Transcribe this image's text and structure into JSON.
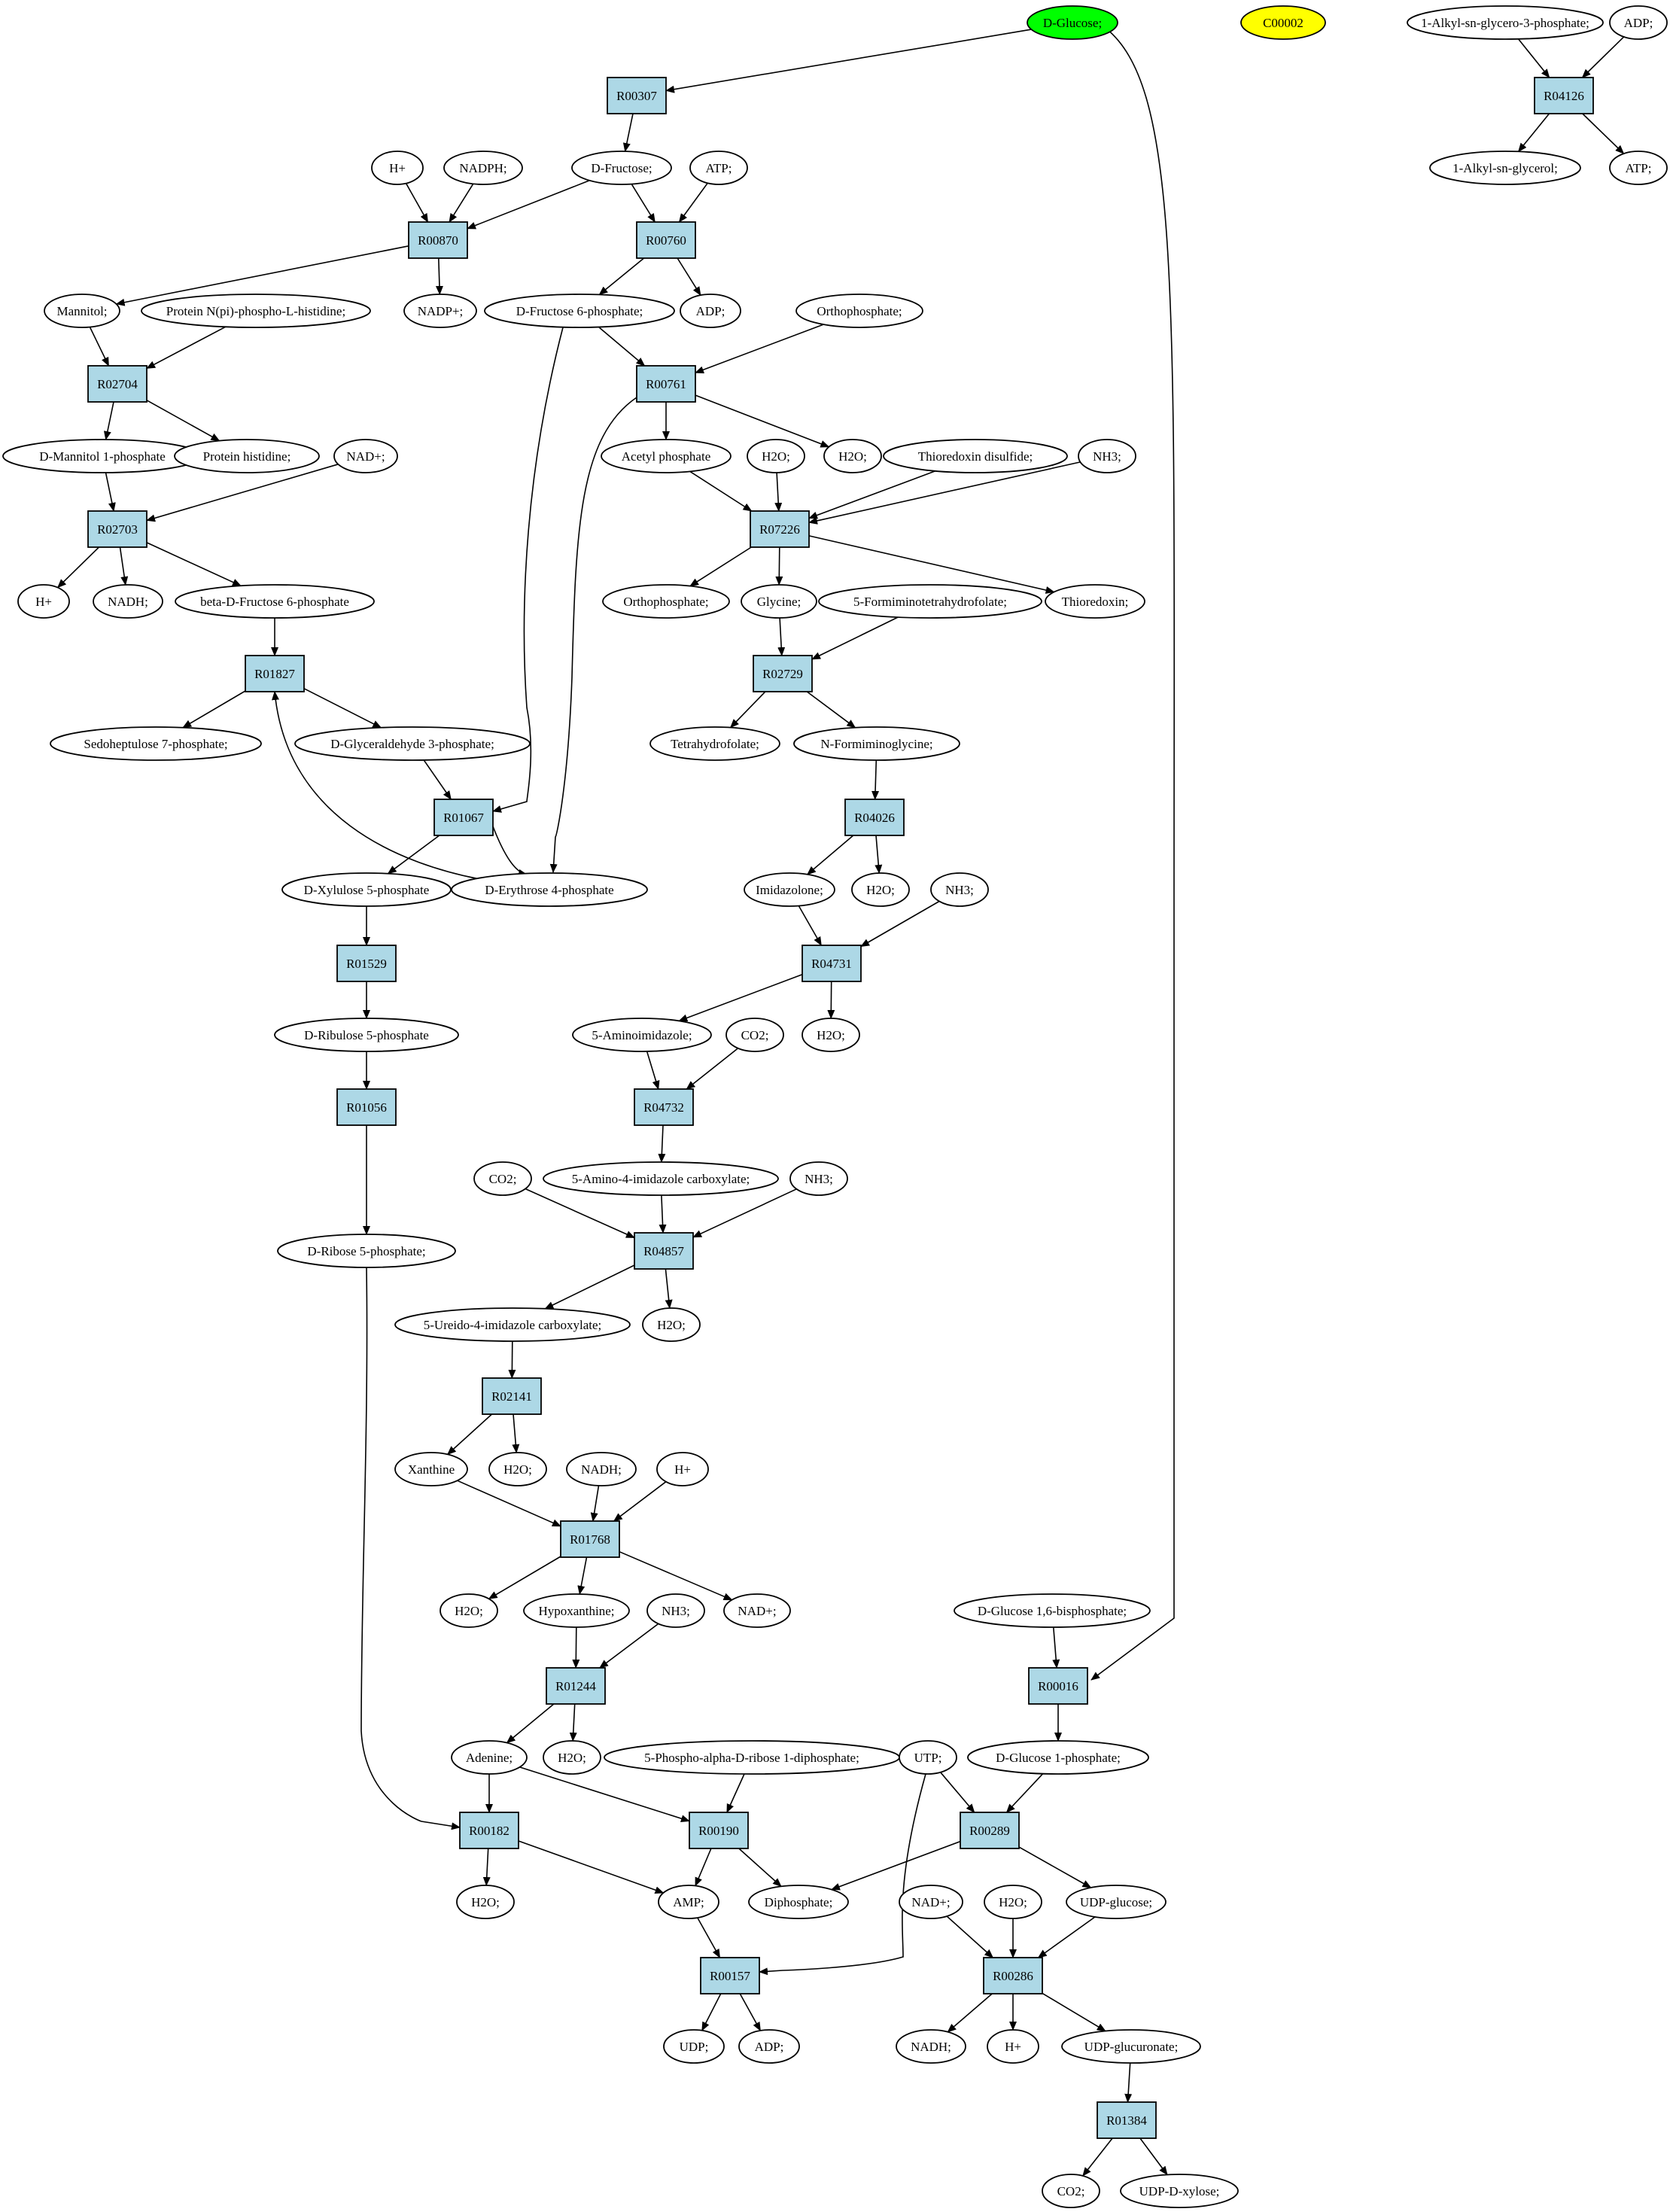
{
  "colors": {
    "background": "#ffffff",
    "compound_fill": "#ffffff",
    "source_compound_fill": "#00ff00",
    "highlight_compound_fill": "#ffff00",
    "reaction_fill": "#add8e6",
    "stroke": "#000000"
  },
  "compounds": [
    {
      "id": "glc",
      "label": "D-Glucose;",
      "fill": "#00ff00"
    },
    {
      "id": "c00002",
      "label": "C00002",
      "fill": "#ffff00"
    },
    {
      "id": "alkg3p",
      "label": "1-Alkyl-sn-glycero-3-phosphate;"
    },
    {
      "id": "adp_a",
      "label": "ADP;"
    },
    {
      "id": "alkg",
      "label": "1-Alkyl-sn-glycerol;"
    },
    {
      "id": "atp_a",
      "label": "ATP;"
    },
    {
      "id": "hplus_a",
      "label": "H+"
    },
    {
      "id": "nadph",
      "label": "NADPH;"
    },
    {
      "id": "fru",
      "label": "D-Fructose;"
    },
    {
      "id": "atp_b",
      "label": "ATP;"
    },
    {
      "id": "mannitol",
      "label": "Mannitol;"
    },
    {
      "id": "protnph",
      "label": "Protein N(pi)-phospho-L-histidine;"
    },
    {
      "id": "nadp",
      "label": "NADP+;"
    },
    {
      "id": "f6p",
      "label": "D-Fructose 6-phosphate;"
    },
    {
      "id": "adp_b",
      "label": "ADP;"
    },
    {
      "id": "pi_a",
      "label": "Orthophosphate;"
    },
    {
      "id": "m1p",
      "label": "D-Mannitol 1-phosphate"
    },
    {
      "id": "prothis",
      "label": "Protein histidine;"
    },
    {
      "id": "nad_a",
      "label": "NAD+;"
    },
    {
      "id": "acp",
      "label": "Acetyl phosphate"
    },
    {
      "id": "h2o_a",
      "label": "H2O;"
    },
    {
      "id": "h2o_b",
      "label": "H2O;"
    },
    {
      "id": "trxs",
      "label": "Thioredoxin disulfide;"
    },
    {
      "id": "nh3_a",
      "label": "NH3;"
    },
    {
      "id": "hplus_b",
      "label": "H+"
    },
    {
      "id": "nadh_a",
      "label": "NADH;"
    },
    {
      "id": "bf6p",
      "label": "beta-D-Fructose 6-phosphate"
    },
    {
      "id": "pi_b",
      "label": "Orthophosphate;"
    },
    {
      "id": "gly",
      "label": "Glycine;"
    },
    {
      "id": "fthf",
      "label": "5-Formiminotetrahydrofolate;"
    },
    {
      "id": "trx",
      "label": "Thioredoxin;"
    },
    {
      "id": "s7p",
      "label": "Sedoheptulose 7-phosphate;"
    },
    {
      "id": "g3p",
      "label": "D-Glyceraldehyde 3-phosphate;"
    },
    {
      "id": "thf",
      "label": "Tetrahydrofolate;"
    },
    {
      "id": "fgly",
      "label": "N-Formiminoglycine;"
    },
    {
      "id": "x5p",
      "label": "D-Xylulose 5-phosphate"
    },
    {
      "id": "e4p",
      "label": "D-Erythrose 4-phosphate"
    },
    {
      "id": "imz",
      "label": "Imidazolone;"
    },
    {
      "id": "h2o_c",
      "label": "H2O;"
    },
    {
      "id": "nh3_b",
      "label": "NH3;"
    },
    {
      "id": "ru5p",
      "label": "D-Ribulose 5-phosphate"
    },
    {
      "id": "aimz",
      "label": "5-Aminoimidazole;"
    },
    {
      "id": "co2_a",
      "label": "CO2;"
    },
    {
      "id": "h2o_d",
      "label": "H2O;"
    },
    {
      "id": "co2_b",
      "label": "CO2;"
    },
    {
      "id": "aimzc",
      "label": "5-Amino-4-imidazole carboxylate;"
    },
    {
      "id": "nh3_c",
      "label": "NH3;"
    },
    {
      "id": "r5p",
      "label": "D-Ribose 5-phosphate;"
    },
    {
      "id": "uimzc",
      "label": "5-Ureido-4-imidazole carboxylate;"
    },
    {
      "id": "h2o_e",
      "label": "H2O;"
    },
    {
      "id": "xan",
      "label": "Xanthine"
    },
    {
      "id": "h2o_f",
      "label": "H2O;"
    },
    {
      "id": "nadh_b",
      "label": "NADH;"
    },
    {
      "id": "hplus_c",
      "label": "H+"
    },
    {
      "id": "h2o_g",
      "label": "H2O;"
    },
    {
      "id": "hyp",
      "label": "Hypoxanthine;"
    },
    {
      "id": "nh3_d",
      "label": "NH3;"
    },
    {
      "id": "nad_b",
      "label": "NAD+;"
    },
    {
      "id": "g16bp",
      "label": "D-Glucose 1,6-bisphosphate;"
    },
    {
      "id": "ade",
      "label": "Adenine;"
    },
    {
      "id": "h2o_h",
      "label": "H2O;"
    },
    {
      "id": "prpp",
      "label": "5-Phospho-alpha-D-ribose 1-diphosphate;"
    },
    {
      "id": "utp",
      "label": "UTP;"
    },
    {
      "id": "g1p",
      "label": "D-Glucose 1-phosphate;"
    },
    {
      "id": "h2o_i",
      "label": "H2O;"
    },
    {
      "id": "amp",
      "label": "AMP;"
    },
    {
      "id": "ppi",
      "label": "Diphosphate;"
    },
    {
      "id": "nad_c",
      "label": "NAD+;"
    },
    {
      "id": "h2o_j",
      "label": "H2O;"
    },
    {
      "id": "udpg",
      "label": "UDP-glucose;"
    },
    {
      "id": "udp",
      "label": "UDP;"
    },
    {
      "id": "adp_c",
      "label": "ADP;"
    },
    {
      "id": "nadh_c",
      "label": "NADH;"
    },
    {
      "id": "hplus_d",
      "label": "H+"
    },
    {
      "id": "udpgn",
      "label": "UDP-glucuronate;"
    },
    {
      "id": "co2_c",
      "label": "CO2;"
    },
    {
      "id": "udpx",
      "label": "UDP-D-xylose;"
    }
  ],
  "reactions": [
    {
      "id": "R00307",
      "label": "R00307"
    },
    {
      "id": "R04126",
      "label": "R04126"
    },
    {
      "id": "R00870",
      "label": "R00870"
    },
    {
      "id": "R00760",
      "label": "R00760"
    },
    {
      "id": "R02704",
      "label": "R02704"
    },
    {
      "id": "R00761",
      "label": "R00761"
    },
    {
      "id": "R02703",
      "label": "R02703"
    },
    {
      "id": "R07226",
      "label": "R07226"
    },
    {
      "id": "R01827",
      "label": "R01827"
    },
    {
      "id": "R02729",
      "label": "R02729"
    },
    {
      "id": "R01067",
      "label": "R01067"
    },
    {
      "id": "R04026",
      "label": "R04026"
    },
    {
      "id": "R01529",
      "label": "R01529"
    },
    {
      "id": "R04731",
      "label": "R04731"
    },
    {
      "id": "R04732",
      "label": "R04732"
    },
    {
      "id": "R01056",
      "label": "R01056"
    },
    {
      "id": "R04857",
      "label": "R04857"
    },
    {
      "id": "R02141",
      "label": "R02141"
    },
    {
      "id": "R01768",
      "label": "R01768"
    },
    {
      "id": "R01244",
      "label": "R01244"
    },
    {
      "id": "R00016",
      "label": "R00016"
    },
    {
      "id": "R00182",
      "label": "R00182"
    },
    {
      "id": "R00190",
      "label": "R00190"
    },
    {
      "id": "R00289",
      "label": "R00289"
    },
    {
      "id": "R00157",
      "label": "R00157"
    },
    {
      "id": "R00286",
      "label": "R00286"
    },
    {
      "id": "R01384",
      "label": "R01384"
    }
  ],
  "edges": [
    [
      "glc",
      "R00307"
    ],
    [
      "glc",
      "R00016"
    ],
    [
      "alkg3p",
      "R04126"
    ],
    [
      "adp_a",
      "R04126"
    ],
    [
      "R04126",
      "alkg"
    ],
    [
      "R04126",
      "atp_a"
    ],
    [
      "R00307",
      "fru"
    ],
    [
      "hplus_a",
      "R00870"
    ],
    [
      "nadph",
      "R00870"
    ],
    [
      "fru",
      "R00870"
    ],
    [
      "fru",
      "R00760"
    ],
    [
      "atp_b",
      "R00760"
    ],
    [
      "R00870",
      "mannitol"
    ],
    [
      "R00870",
      "nadp"
    ],
    [
      "R00760",
      "f6p"
    ],
    [
      "R00760",
      "adp_b"
    ],
    [
      "mannitol",
      "R02704"
    ],
    [
      "protnph",
      "R02704"
    ],
    [
      "f6p",
      "R00761"
    ],
    [
      "pi_a",
      "R00761"
    ],
    [
      "f6p",
      "R01067"
    ],
    [
      "R02704",
      "m1p"
    ],
    [
      "R02704",
      "prothis"
    ],
    [
      "R00761",
      "acp"
    ],
    [
      "R00761",
      "h2o_b"
    ],
    [
      "R00761",
      "e4p"
    ],
    [
      "m1p",
      "R02703"
    ],
    [
      "nad_a",
      "R02703"
    ],
    [
      "acp",
      "R07226"
    ],
    [
      "h2o_a",
      "R07226"
    ],
    [
      "trxs",
      "R07226"
    ],
    [
      "nh3_a",
      "R07226"
    ],
    [
      "R02703",
      "hplus_b"
    ],
    [
      "R02703",
      "nadh_a"
    ],
    [
      "R02703",
      "bf6p"
    ],
    [
      "R07226",
      "pi_b"
    ],
    [
      "R07226",
      "gly"
    ],
    [
      "R07226",
      "trx"
    ],
    [
      "bf6p",
      "R01827"
    ],
    [
      "e4p",
      "R01827"
    ],
    [
      "gly",
      "R02729"
    ],
    [
      "fthf",
      "R02729"
    ],
    [
      "R01827",
      "s7p"
    ],
    [
      "R01827",
      "g3p"
    ],
    [
      "R02729",
      "thf"
    ],
    [
      "R02729",
      "fgly"
    ],
    [
      "g3p",
      "R01067"
    ],
    [
      "fgly",
      "R04026"
    ],
    [
      "R01067",
      "x5p"
    ],
    [
      "R01067",
      "e4p"
    ],
    [
      "R04026",
      "imz"
    ],
    [
      "R04026",
      "h2o_c"
    ],
    [
      "x5p",
      "R01529"
    ],
    [
      "imz",
      "R04731"
    ],
    [
      "nh3_b",
      "R04731"
    ],
    [
      "R01529",
      "ru5p"
    ],
    [
      "R04731",
      "aimz"
    ],
    [
      "R04731",
      "h2o_d"
    ],
    [
      "ru5p",
      "R01056"
    ],
    [
      "aimz",
      "R04732"
    ],
    [
      "co2_a",
      "R04732"
    ],
    [
      "R04732",
      "aimzc"
    ],
    [
      "R01056",
      "r5p"
    ],
    [
      "co2_b",
      "R04857"
    ],
    [
      "aimzc",
      "R04857"
    ],
    [
      "nh3_c",
      "R04857"
    ],
    [
      "R04857",
      "uimzc"
    ],
    [
      "R04857",
      "h2o_e"
    ],
    [
      "uimzc",
      "R02141"
    ],
    [
      "R02141",
      "xan"
    ],
    [
      "R02141",
      "h2o_f"
    ],
    [
      "xan",
      "R01768"
    ],
    [
      "nadh_b",
      "R01768"
    ],
    [
      "hplus_c",
      "R01768"
    ],
    [
      "R01768",
      "h2o_g"
    ],
    [
      "R01768",
      "hyp"
    ],
    [
      "R01768",
      "nad_b"
    ],
    [
      "hyp",
      "R01244"
    ],
    [
      "nh3_d",
      "R01244"
    ],
    [
      "R01244",
      "ade"
    ],
    [
      "R01244",
      "h2o_h"
    ],
    [
      "g16bp",
      "R00016"
    ],
    [
      "R00016",
      "g1p"
    ],
    [
      "r5p",
      "R00182"
    ],
    [
      "ade",
      "R00182"
    ],
    [
      "ade",
      "R00190"
    ],
    [
      "prpp",
      "R00190"
    ],
    [
      "utp",
      "R00289"
    ],
    [
      "g1p",
      "R00289"
    ],
    [
      "utp",
      "R00157"
    ],
    [
      "R00182",
      "h2o_i"
    ],
    [
      "R00182",
      "amp"
    ],
    [
      "R00190",
      "amp"
    ],
    [
      "R00190",
      "ppi"
    ],
    [
      "R00289",
      "ppi"
    ],
    [
      "R00289",
      "udpg"
    ],
    [
      "amp",
      "R00157"
    ],
    [
      "nad_c",
      "R00286"
    ],
    [
      "h2o_j",
      "R00286"
    ],
    [
      "udpg",
      "R00286"
    ],
    [
      "R00157",
      "udp"
    ],
    [
      "R00157",
      "adp_c"
    ],
    [
      "R00286",
      "nadh_c"
    ],
    [
      "R00286",
      "hplus_d"
    ],
    [
      "R00286",
      "udpgn"
    ],
    [
      "udpgn",
      "R01384"
    ],
    [
      "R01384",
      "co2_c"
    ],
    [
      "R01384",
      "udpx"
    ]
  ]
}
